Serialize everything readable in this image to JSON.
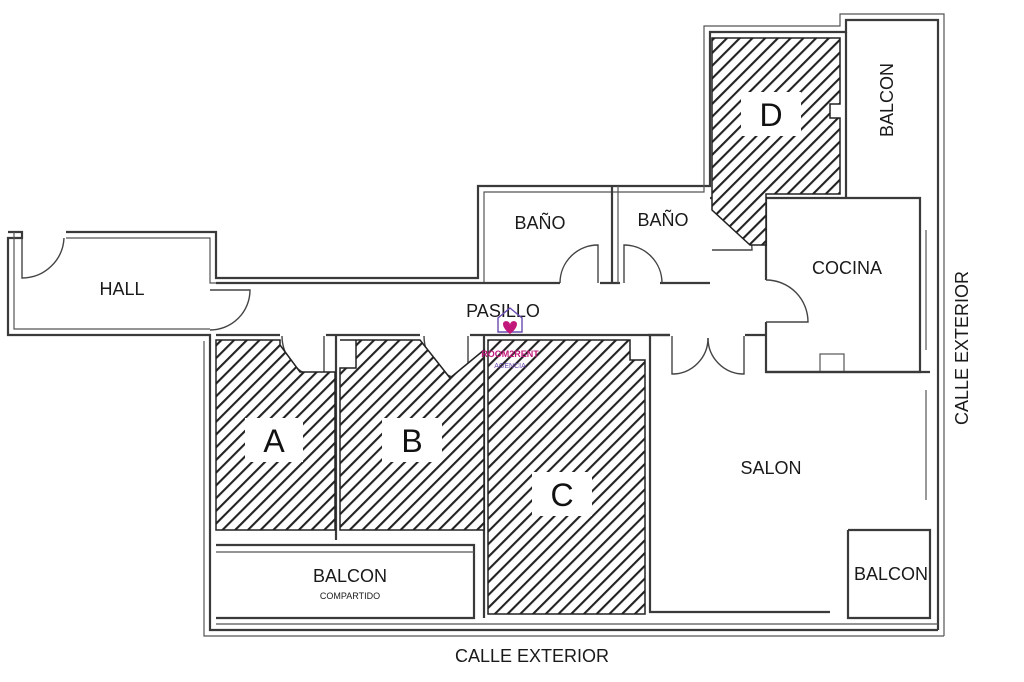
{
  "rooms": {
    "hall": "HALL",
    "pasillo": "PASILLO",
    "bano_1": "BAÑO",
    "bano_2": "BAÑO",
    "cocina": "COCINA",
    "salon": "SALON",
    "balcon_top": "BALCON",
    "balcon_right": "BALCON",
    "balcon_shared": "BALCON",
    "balcon_shared_sub": "COMPARTIDO"
  },
  "bedrooms": {
    "a": "A",
    "b": "B",
    "c": "C",
    "d": "D"
  },
  "street": {
    "bottom": "CALLE EXTERIOR",
    "right": "CALLE EXTERIOR"
  },
  "watermark": {
    "name": "ROOM2RENT",
    "sub": "AGENCIA"
  },
  "colors": {
    "hatch": "#222222",
    "wall": "#3a3a3a",
    "logo_pink": "#c2187a",
    "logo_purple": "#6a4bb0"
  }
}
